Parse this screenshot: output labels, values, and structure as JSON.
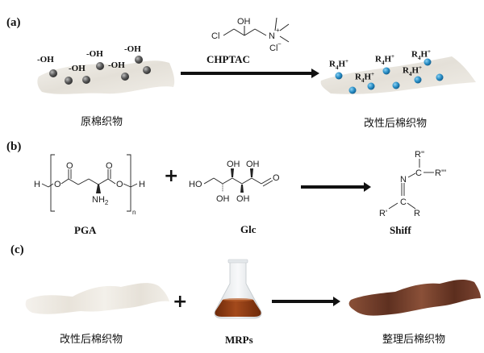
{
  "panel_a": {
    "label": "(a)",
    "reagent_formula": {
      "cl_left": "Cl",
      "oh": "OH",
      "n_plus": "N",
      "charge": "+",
      "cl_ion": "Cl",
      "cl_charge": "−"
    },
    "reagent_name": "CHPTAC",
    "hydroxyl_label": "-OH",
    "cationic_label": "R",
    "cationic_sub": "4",
    "cationic_main": "H",
    "cationic_sup": "+",
    "left_caption": "原棉织物",
    "right_caption": "改性后棉织物",
    "colors": {
      "gray_sphere": "#5a5a5a",
      "blue_sphere": "#2a8fc7",
      "fabric": "#ece8e2"
    }
  },
  "panel_b": {
    "label": "(b)",
    "pga": {
      "name": "PGA",
      "h_left": "H",
      "h_right": "H",
      "o1": "O",
      "o2": "O",
      "o3": "O",
      "o4": "O",
      "nh2": "NH",
      "nh2_sub": "2",
      "n": "n"
    },
    "plus": "+",
    "glc": {
      "name": "Glc",
      "ho": "HO",
      "oh": "OH",
      "o": "O"
    },
    "shiff": {
      "name": "Shiff",
      "n": "N",
      "c": "C",
      "r": "R",
      "r1": "R'",
      "r2": "R''",
      "r3": "R'''"
    }
  },
  "panel_c": {
    "label": "(c)",
    "plus": "+",
    "left_caption": "改性后棉织物",
    "flask_caption": "MRPs",
    "right_caption": "整理后棉织物",
    "colors": {
      "liquid": "#8a3a12",
      "dyed_fabric": "#7a4330",
      "fabric": "#f1eee8"
    }
  }
}
